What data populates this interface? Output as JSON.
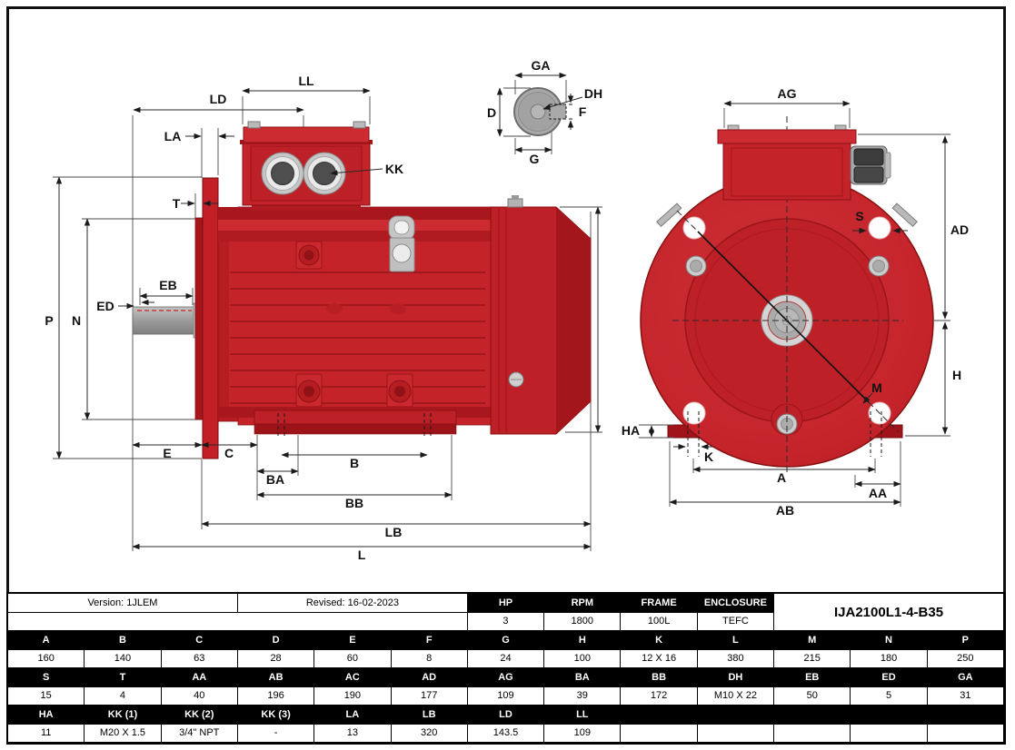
{
  "title_block": {
    "version": "Version: 1JLEM",
    "revised": "Revised: 16-02-2023",
    "spec_headers": [
      "HP",
      "RPM",
      "FRAME",
      "ENCLOSURE"
    ],
    "spec_values": [
      "3",
      "1800",
      "100L",
      "TEFC"
    ],
    "model": "IJA2100L1-4-B35"
  },
  "dim_table": {
    "rows": [
      {
        "headers": [
          "A",
          "B",
          "C",
          "D",
          "E",
          "F",
          "G",
          "H",
          "K",
          "L",
          "M",
          "N",
          "P"
        ],
        "values": [
          "160",
          "140",
          "63",
          "28",
          "60",
          "8",
          "24",
          "100",
          "12 X 16",
          "380",
          "215",
          "180",
          "250"
        ]
      },
      {
        "headers": [
          "S",
          "T",
          "AA",
          "AB",
          "AC",
          "AD",
          "AG",
          "BA",
          "BB",
          "DH",
          "EB",
          "ED",
          "GA"
        ],
        "values": [
          "15",
          "4",
          "40",
          "196",
          "190",
          "177",
          "109",
          "39",
          "172",
          "M10 X 22",
          "50",
          "5",
          "31"
        ]
      },
      {
        "headers": [
          "HA",
          "KK (1)",
          "KK (2)",
          "KK (3)",
          "LA",
          "LB",
          "LD",
          "LL",
          "",
          "",
          "",
          "",
          ""
        ],
        "values": [
          "11",
          "M20 X 1.5",
          "3/4\" NPT",
          "-",
          "13",
          "320",
          "143.5",
          "109",
          "",
          "",
          "",
          "",
          ""
        ]
      }
    ]
  },
  "labels": {
    "LL": "LL",
    "LD": "LD",
    "LA": "LA",
    "T": "T",
    "KK": "KK",
    "P": "P",
    "N": "N",
    "ED": "ED",
    "EB": "EB",
    "E": "E",
    "C": "C",
    "BA": "BA",
    "B": "B",
    "BB": "BB",
    "LB": "LB",
    "L": "L",
    "GA": "GA",
    "D": "D",
    "DH": "DH",
    "F": "F",
    "G": "G",
    "AG": "AG",
    "AD": "AD",
    "S": "S",
    "M": "M",
    "H": "H",
    "HA": "HA",
    "K": "K",
    "A": "A",
    "AA": "AA",
    "AB": "AB"
  },
  "colors": {
    "motor_red": "#c4232a",
    "motor_red_dark": "#a3161b",
    "outline_red": "#8c1014",
    "steel_gray": "#c6c6c6",
    "dim_line": "#2a2a2a",
    "table_header_bg": "#000000",
    "table_header_text": "#ffffff"
  }
}
